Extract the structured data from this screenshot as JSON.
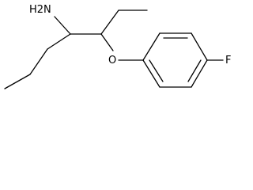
{
  "molecule": {
    "atoms": {
      "amine": "H2N",
      "oxygen": "O",
      "fluorine": "F"
    },
    "colors": {
      "bond": "#000000",
      "label": "#000000",
      "background": "#ffffff"
    }
  }
}
